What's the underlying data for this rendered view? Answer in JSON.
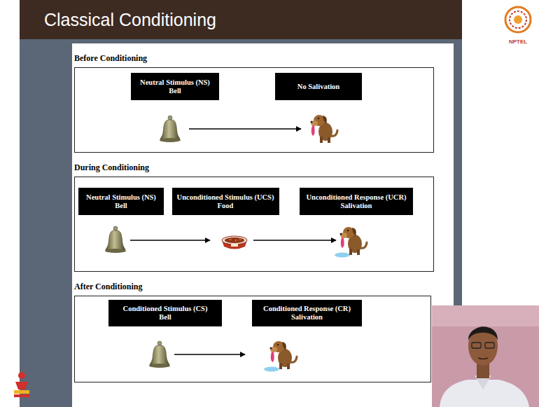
{
  "diagram": {
    "title": "Classical Conditioning",
    "nodes": [
      {
        "text": [
          "Before Conditioning"
        ]
      },
      {
        "text": [
          "Neutral Stimulus (NS)",
          "Bell"
        ],
        "in": 0
      },
      {
        "text": [
          "No Salivation"
        ],
        "in": 0
      },
      {
        "text": [
          "During Conditioning"
        ]
      },
      {
        "text": [
          "Neutral Stimulus (NS)",
          "Bell"
        ],
        "in": 3
      },
      {
        "text": [
          "Unconditioned Stimulus (UCS)",
          "Food"
        ],
        "in": 3
      },
      {
        "text": [
          "Unconditioned Response (UCR)",
          "Salivation"
        ],
        "in": 3
      },
      {
        "text": [
          "After Conditioning"
        ]
      },
      {
        "text": [
          "Conditioned Stimulus (CS)",
          "Bell"
        ],
        "in": 7
      },
      {
        "text": [
          "Conditioned Response (CR)",
          "Salivation"
        ],
        "in": 7
      }
    ],
    "labels": [
      "NPTEL"
    ]
  }
}
